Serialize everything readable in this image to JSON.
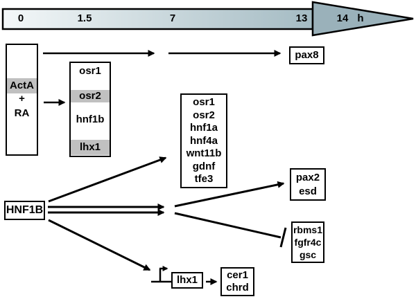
{
  "timeline": {
    "ticks": [
      "0",
      "1.5",
      "7",
      "13",
      "14",
      "h"
    ],
    "colors": {
      "shaft_start": "#f4f8f9",
      "shaft_end": "#a4bbc3",
      "head": "#9ab1ba",
      "outline": "#000000"
    }
  },
  "colors": {
    "highlight": "#c0c0c0",
    "line": "#000000",
    "background": "#ffffff"
  },
  "boxes": {
    "acta": {
      "line1": "ActA",
      "line2": "+",
      "line3": "RA"
    },
    "stage": {
      "items": [
        "osr1",
        "osr2",
        "hnf1b",
        "lhx1"
      ]
    },
    "pax8": {
      "label": "pax8"
    },
    "targets": {
      "items": [
        "osr1",
        "osr2",
        "hnf1a",
        "hnf4a",
        "wnt11b",
        "gdnf",
        "tfe3"
      ]
    },
    "hnf1b": {
      "label": "HNF1B"
    },
    "pax2_esd": {
      "items": [
        "pax2",
        "esd"
      ]
    },
    "repressed": {
      "items": [
        "rbms1",
        "fgfr4c",
        "gsc"
      ]
    },
    "lhx1": {
      "label": "lhx1"
    },
    "cer1_chrd": {
      "items": [
        "cer1",
        "chrd"
      ]
    }
  }
}
